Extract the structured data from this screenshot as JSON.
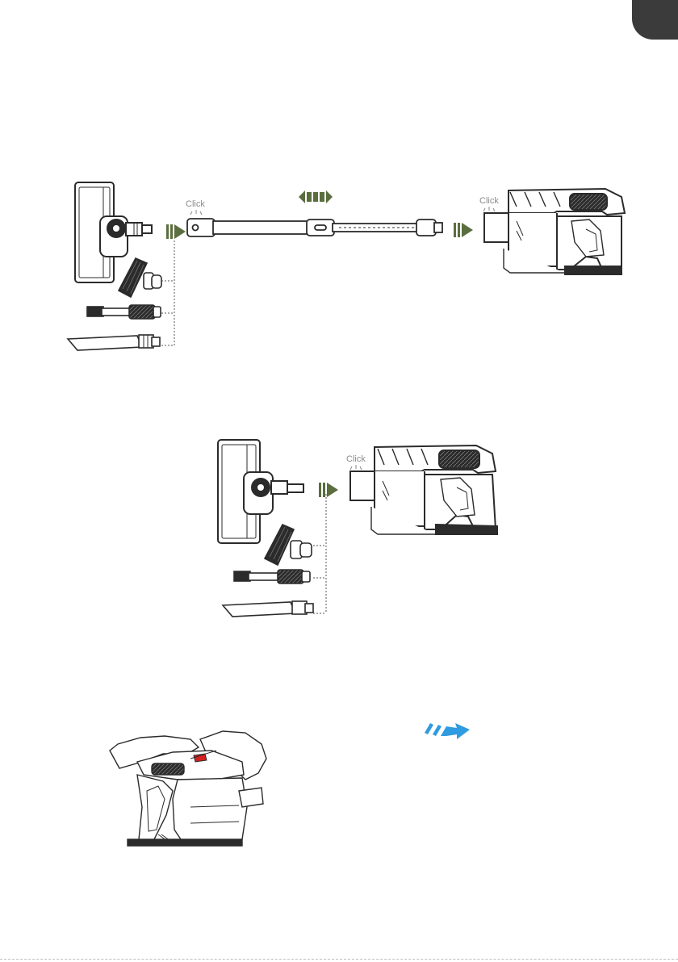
{
  "figure1": {
    "click_left": "Click",
    "click_right": "Click"
  },
  "figure2": {
    "click": "Click"
  },
  "colors": {
    "arrow_green": "#5b6e3f",
    "arrow_blue": "#2f9be0",
    "line_dark": "#2b2b2b",
    "tab_dark": "#3b3b3b",
    "release_red": "#d6201f"
  }
}
